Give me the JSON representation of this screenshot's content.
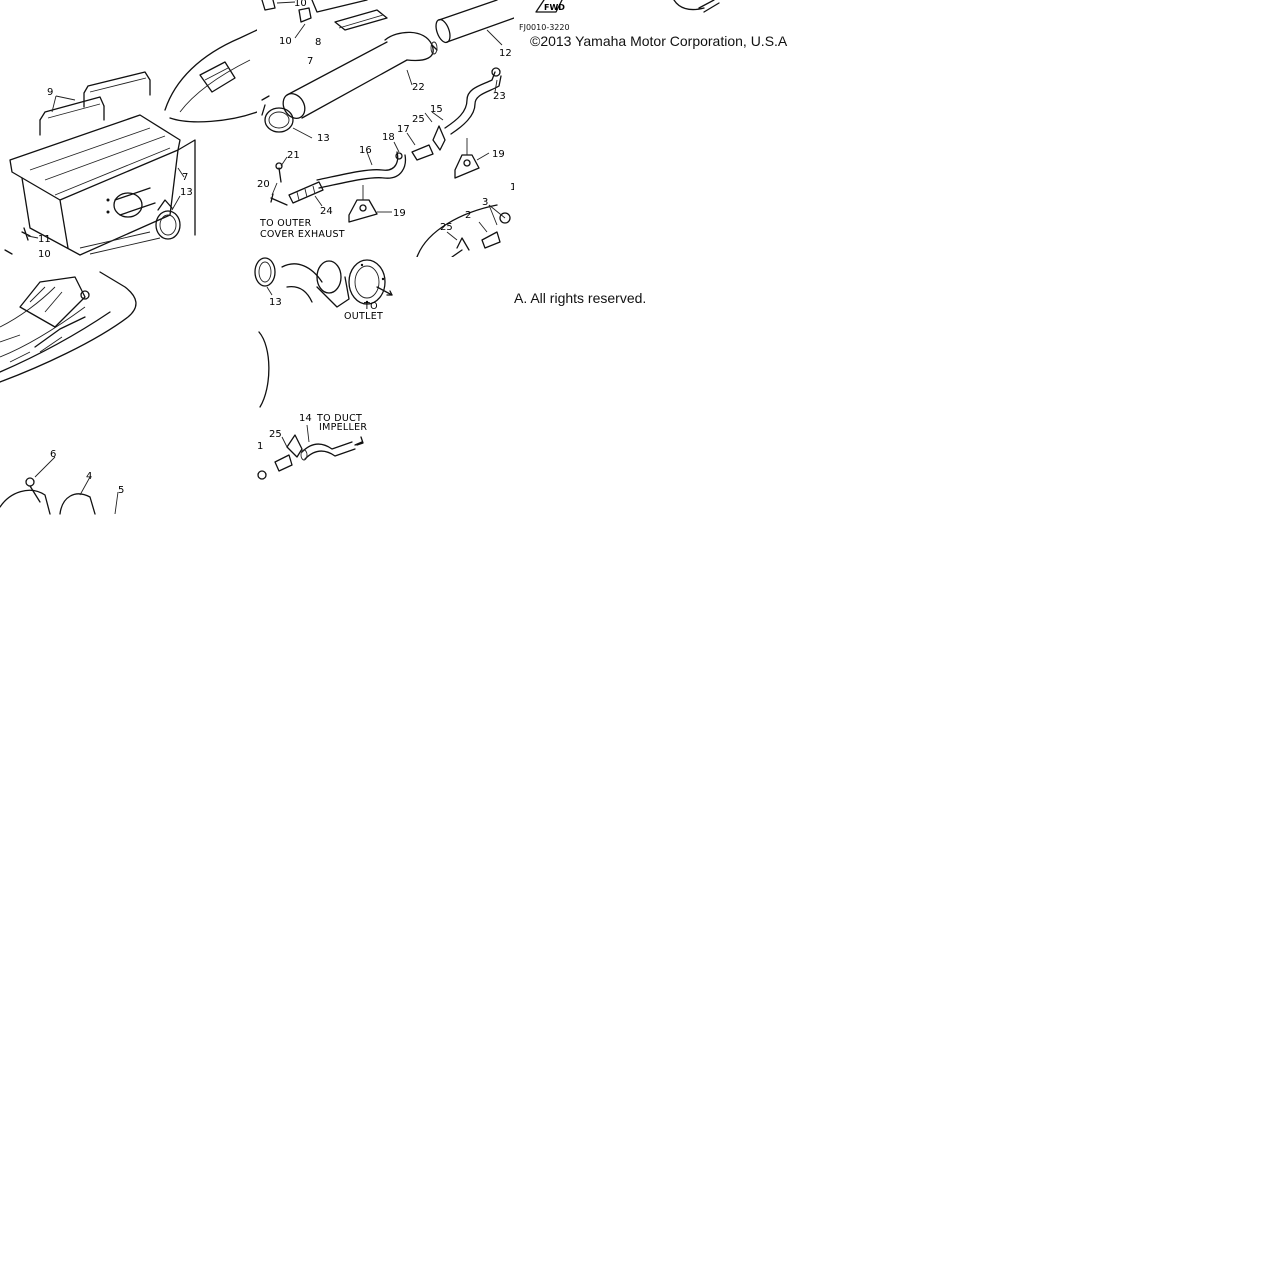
{
  "figure_code": "FJ0010-3220",
  "copyright": {
    "line1": "©2013 Yamaha Motor Corporation, U.S.A",
    "line2": "A. All rights reserved."
  },
  "callouts": {
    "n1": "1",
    "n2": "2",
    "n3": "3",
    "n4": "4",
    "n5": "5",
    "n6": "6",
    "n7": "7",
    "n8": "8",
    "n9": "9",
    "n10": "10",
    "n11": "11",
    "n12": "12",
    "n13": "13",
    "n14": "14",
    "n15": "15",
    "n16": "16",
    "n17": "17",
    "n18": "18",
    "n19": "19",
    "n20": "20",
    "n21": "21",
    "n22": "22",
    "n23": "23",
    "n24": "24",
    "n25": "25"
  },
  "captions": {
    "outer_exhaust_1": "TO OUTER",
    "outer_exhaust_2": "COVER EXHAUST",
    "outlet_1": "TO",
    "outlet_2": "OUTLET",
    "duct_1": "TO DUCT",
    "duct_2": "IMPELLER",
    "fwd": "FWD"
  }
}
